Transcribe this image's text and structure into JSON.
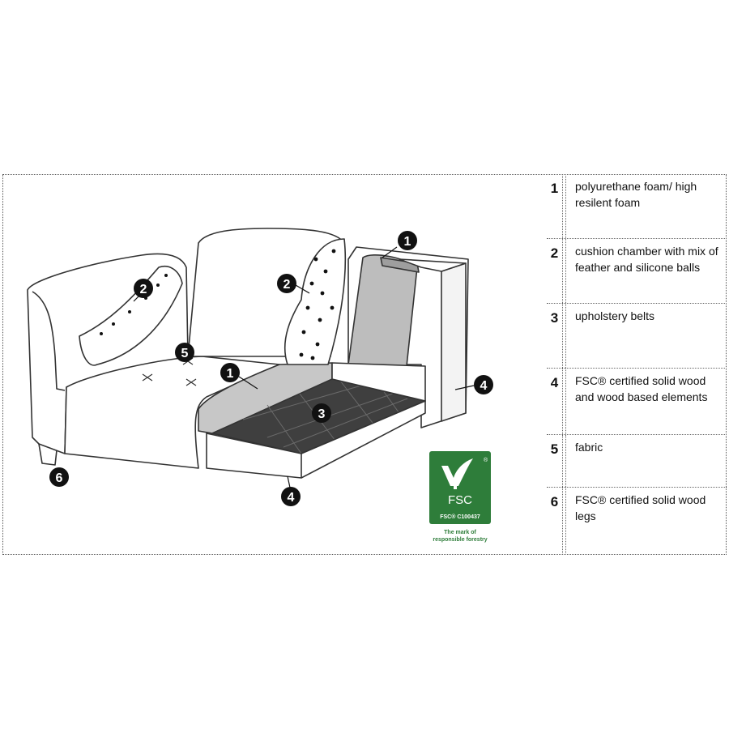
{
  "markers": [
    "1",
    "2",
    "3",
    "4",
    "5",
    "6"
  ],
  "legend": [
    {
      "num": "1",
      "text": "polyurethane foam/ high resilent foam"
    },
    {
      "num": "2",
      "text": "cushion chamber with mix of feather and silicone balls"
    },
    {
      "num": "3",
      "text": "upholstery belts"
    },
    {
      "num": "4",
      "text": "FSC® certified solid wood and wood based elements"
    },
    {
      "num": "5",
      "text": "fabric"
    },
    {
      "num": "6",
      "text": "FSC® certified solid wood legs"
    }
  ],
  "fsc_logo": {
    "brand": "FSC",
    "registered": "®",
    "code": "FSC® C100437",
    "tagline_1": "The mark of",
    "tagline_2": "responsible forestry",
    "color": "#2e7d3a"
  }
}
